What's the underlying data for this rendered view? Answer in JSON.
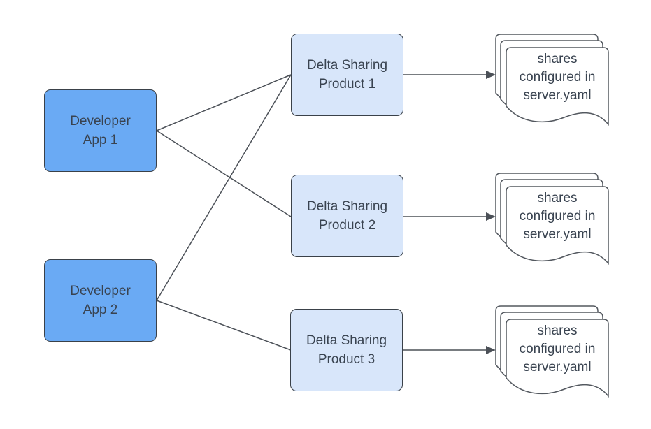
{
  "diagram": {
    "apps": [
      {
        "id": "developer-app-1",
        "label": "Developer\nApp 1"
      },
      {
        "id": "developer-app-2",
        "label": "Developer\nApp 2"
      }
    ],
    "products": [
      {
        "id": "delta-sharing-product-1",
        "label": "Delta Sharing\nProduct 1"
      },
      {
        "id": "delta-sharing-product-2",
        "label": "Delta Sharing\nProduct 2"
      },
      {
        "id": "delta-sharing-product-3",
        "label": "Delta Sharing\nProduct 3"
      }
    ],
    "documents": [
      {
        "id": "shares-doc-1",
        "label": "shares\nconfigured in\nserver.yaml"
      },
      {
        "id": "shares-doc-2",
        "label": "shares\nconfigured in\nserver.yaml"
      },
      {
        "id": "shares-doc-3",
        "label": "shares\nconfigured in\nserver.yaml"
      }
    ],
    "edges": [
      {
        "from": "developer-app-1",
        "to": "delta-sharing-product-1",
        "arrow": false
      },
      {
        "from": "developer-app-1",
        "to": "delta-sharing-product-2",
        "arrow": false
      },
      {
        "from": "developer-app-2",
        "to": "delta-sharing-product-1",
        "arrow": false
      },
      {
        "from": "developer-app-2",
        "to": "delta-sharing-product-3",
        "arrow": false
      },
      {
        "from": "delta-sharing-product-1",
        "to": "shares-doc-1",
        "arrow": true
      },
      {
        "from": "delta-sharing-product-2",
        "to": "shares-doc-2",
        "arrow": true
      },
      {
        "from": "delta-sharing-product-3",
        "to": "shares-doc-3",
        "arrow": true
      }
    ]
  },
  "colors": {
    "canvas_bg": "#ffffff",
    "app_fill": "#6aaaf4",
    "product_fill": "#d8e6fa",
    "node_border": "#3a4149",
    "connector": "#4b5057",
    "doc_fill": "#ffffff",
    "doc_border": "#53585f",
    "text": "#394350"
  }
}
